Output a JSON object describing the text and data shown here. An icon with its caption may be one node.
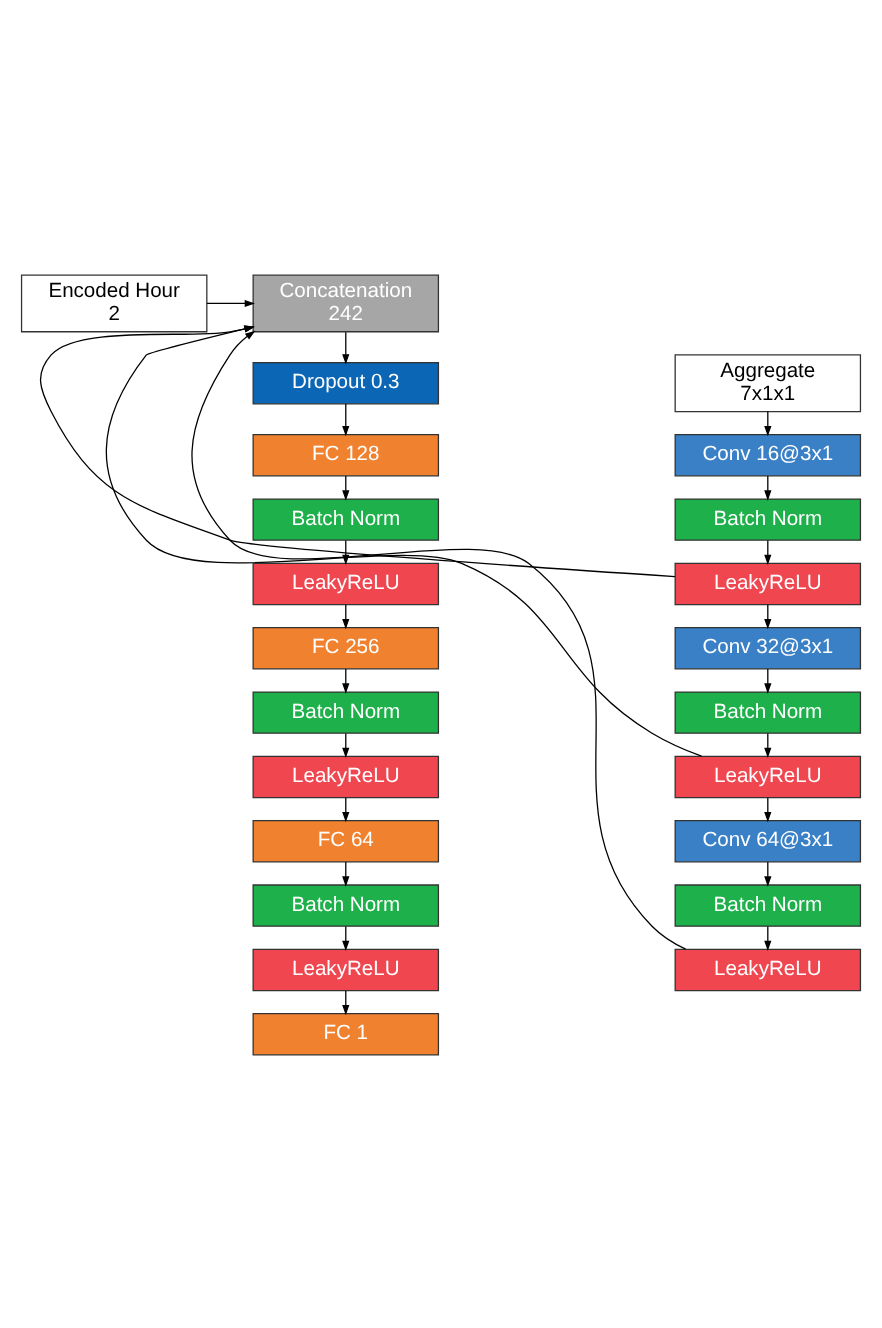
{
  "diagram": {
    "nodes": [
      {
        "text": [
          "Encoded Hour",
          "2"
        ]
      },
      {
        "text": [
          "Aggregate",
          "7x1x1"
        ]
      },
      {
        "text": [
          "Conv 16@3x1"
        ]
      },
      {
        "text": [
          "Batch Norm"
        ]
      },
      {
        "text": [
          "LeakyReLU"
        ]
      },
      {
        "text": [
          "Conv 32@3x1"
        ]
      },
      {
        "text": [
          "Batch Norm"
        ]
      },
      {
        "text": [
          "LeakyReLU"
        ]
      },
      {
        "text": [
          "Conv 64@3x1"
        ]
      },
      {
        "text": [
          "Batch Norm"
        ]
      },
      {
        "text": [
          "LeakyReLU"
        ]
      },
      {
        "text": [
          "Concatenation",
          "242"
        ]
      },
      {
        "text": [
          "Dropout 0.3"
        ]
      },
      {
        "text": [
          "FC 128"
        ]
      },
      {
        "text": [
          "Batch Norm"
        ]
      },
      {
        "text": [
          "LeakyReLU"
        ]
      },
      {
        "text": [
          "FC 256"
        ]
      },
      {
        "text": [
          "Batch Norm"
        ]
      },
      {
        "text": [
          "LeakyReLU"
        ]
      },
      {
        "text": [
          "FC 64"
        ]
      },
      {
        "text": [
          "Batch Norm"
        ]
      },
      {
        "text": [
          "LeakyReLU"
        ]
      },
      {
        "text": [
          "FC 1"
        ]
      }
    ],
    "edges": [
      {
        "from": 1,
        "to": 2,
        "arrow": "to"
      },
      {
        "from": 2,
        "to": 3,
        "arrow": "to"
      },
      {
        "from": 3,
        "to": 4,
        "arrow": "to"
      },
      {
        "from": 4,
        "to": 5,
        "arrow": "to"
      },
      {
        "from": 5,
        "to": 6,
        "arrow": "to"
      },
      {
        "from": 6,
        "to": 7,
        "arrow": "to"
      },
      {
        "from": 7,
        "to": 8,
        "arrow": "to"
      },
      {
        "from": 8,
        "to": 9,
        "arrow": "to"
      },
      {
        "from": 9,
        "to": 10,
        "arrow": "to"
      },
      {
        "from": 0,
        "to": 11,
        "arrow": "to"
      },
      {
        "from": 4,
        "to": 11,
        "arrow": "to"
      },
      {
        "from": 7,
        "to": 11,
        "arrow": "to"
      },
      {
        "from": 10,
        "to": 11,
        "arrow": "to"
      },
      {
        "from": 11,
        "to": 12,
        "arrow": "to"
      },
      {
        "from": 12,
        "to": 13,
        "arrow": "to"
      },
      {
        "from": 13,
        "to": 14,
        "arrow": "to"
      },
      {
        "from": 14,
        "to": 15,
        "arrow": "to"
      },
      {
        "from": 15,
        "to": 16,
        "arrow": "to"
      },
      {
        "from": 16,
        "to": 17,
        "arrow": "to"
      },
      {
        "from": 17,
        "to": 18,
        "arrow": "to"
      },
      {
        "from": 18,
        "to": 19,
        "arrow": "to"
      },
      {
        "from": 19,
        "to": 20,
        "arrow": "to"
      },
      {
        "from": 20,
        "to": 21,
        "arrow": "to"
      },
      {
        "from": 21,
        "to": 22,
        "arrow": "to"
      }
    ]
  }
}
